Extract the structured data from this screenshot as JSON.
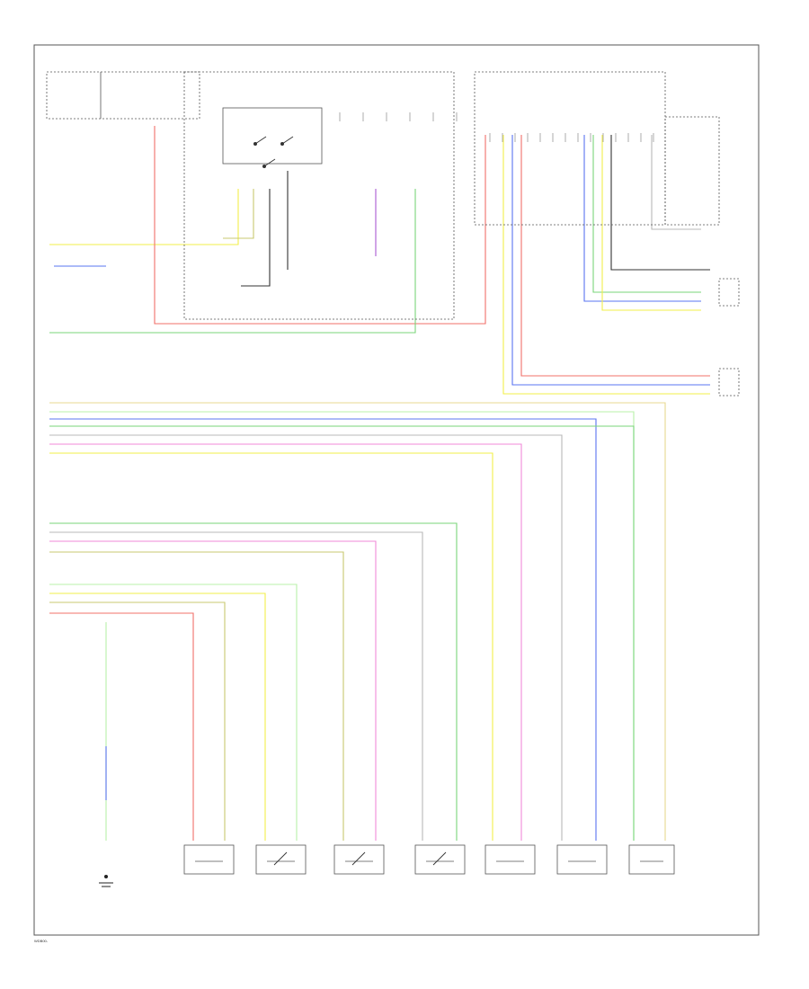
{
  "colors": {
    "yellow": "#f2ef4a",
    "red": "#f0706a",
    "green": "#7ad67a",
    "blue": "#5a74f0",
    "pink": "#f08ad8",
    "violet": "#a85ad0",
    "lightgreen": "#b8f0a8",
    "gray": "#b8b8b8",
    "tan": "#e8d890",
    "olive": "#c8c870",
    "lightblue": "#8ab8e0",
    "wire_dark": "#333333",
    "frame": "#555555"
  },
  "icons": [
    "ground-symbol",
    "switch-symbol",
    "connector-symbol"
  ],
  "footer_code": "WDB00-"
}
